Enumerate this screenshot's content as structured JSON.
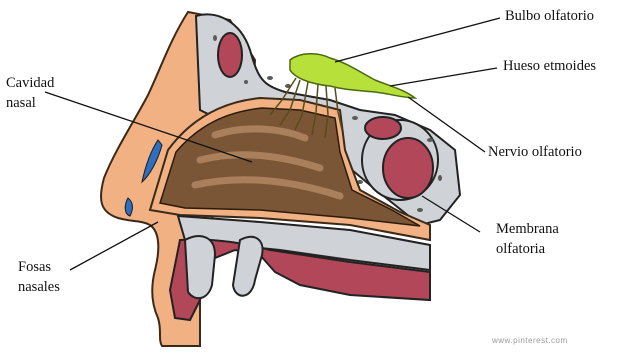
{
  "labels": {
    "bulbo": "Bulbo olfatorio",
    "hueso": "Hueso etmoides",
    "nervio": "Nervio olfatorio",
    "membrana_1": "Membrana",
    "membrana_2": "olfatoria",
    "cavidad_1": "Cavidad",
    "cavidad_2": "nasal",
    "fosas_1": "Fosas",
    "fosas_2": "nasales"
  },
  "watermark": "www.pinterest.com",
  "colors": {
    "skin": "#f1b183",
    "skin_dark": "#d98a5a",
    "bone": "#cfd2d6",
    "bone_hole": "#5a5a5a",
    "cavity": "#7a5637",
    "cavity_light": "#a9805b",
    "mucosa": "#b3475a",
    "mucosa_dark": "#7a1e33",
    "olfactory_bulb": "#b8e03a",
    "vessel": "#2e6fbf",
    "line": "#111111"
  }
}
